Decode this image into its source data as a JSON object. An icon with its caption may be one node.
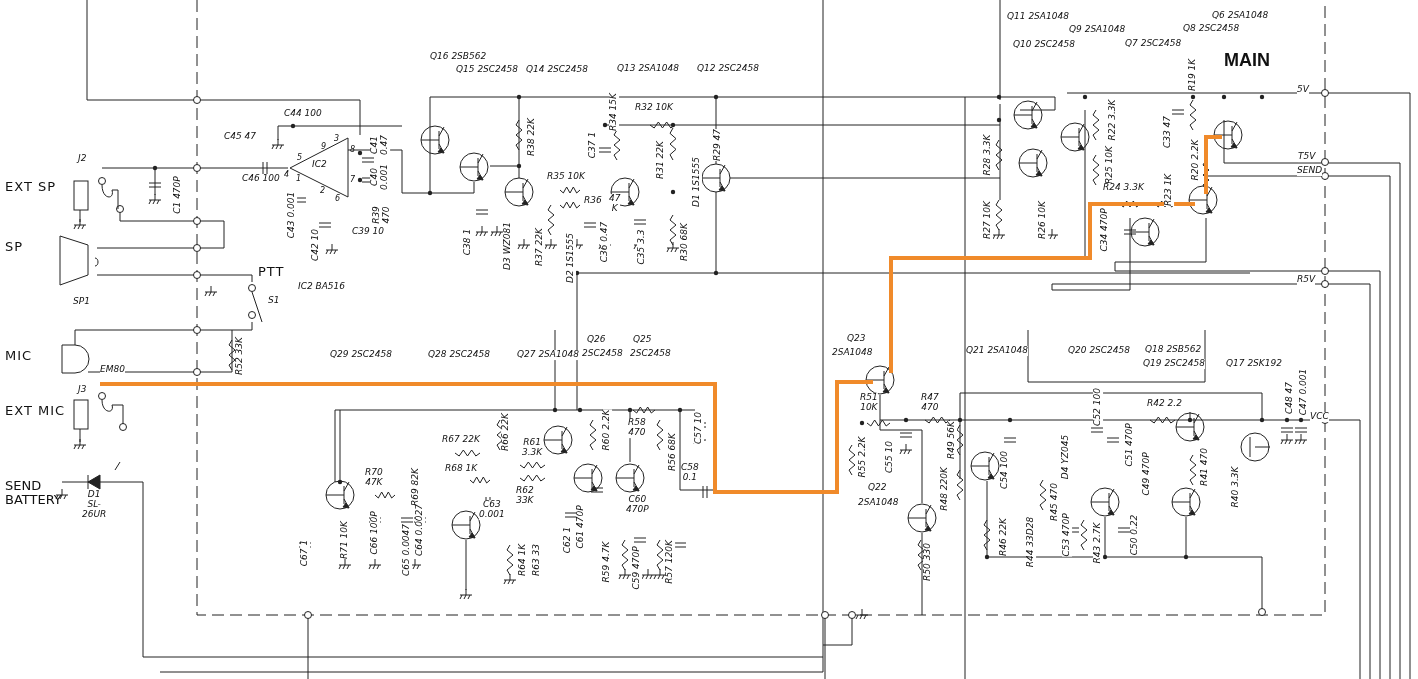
{
  "diagram": {
    "labels": [
      "Q16 2SB562",
      "Q15 2SC2458",
      "Q14 2SC2458",
      "Q13 2SA1048",
      "Q12 2SC2458",
      "Q11 2SA1048",
      "Q6 2SA1048",
      "Q9 2SA1048",
      "Q8 2SC2458",
      "Q10 2SC2458",
      "Q7 2SC2458",
      "MAIN",
      "5V",
      "C44 100",
      "C45 47",
      "3",
      "9",
      "C41 0.47",
      "8",
      "5",
      "IC2",
      "C46 100",
      "4",
      "1",
      "7",
      "C40 0.001",
      "J2",
      "EXT SP",
      "2",
      "6",
      "C1 470P",
      "C43 0.001",
      "R39 470",
      "C39 10",
      "C42 10",
      "SP",
      "PTT",
      "IC2 BA516",
      "SP1",
      "S1",
      "R38 22K",
      "C37 1",
      "R34 15K",
      "R32 10K",
      "R31 22K",
      "R29 47",
      "R35 10K",
      "R36",
      "47 K",
      "D1 1S1555",
      "C38 1",
      "D3 WZ081",
      "R37 22K",
      "D2 1S1555",
      "C36 0.47",
      "C35 3.3",
      "R30 68K",
      "R19 1K",
      "R22 3.3K",
      "C33 47",
      "R28 3.3K",
      "T5V",
      "R25 10K",
      "R20 2.2K",
      "SEND",
      "R24 3.3K",
      "R23 1K",
      "R27 10K",
      "R26 10K",
      "C34 470P",
      "R5V",
      "Q26",
      "Q25",
      "Q23",
      "MIC",
      "R52 33K",
      "Q29 2SC2458",
      "Q28 2SC2458",
      "Q27 2SA1048",
      "2SC2458",
      "2SC2458",
      "2SA1048",
      "Q21 2SA1048",
      "Q20 2SC2458",
      "Q18 2SB562",
      "Q19 2SC2458",
      "Q17 2SK192",
      "EM80",
      "J3",
      "R51 10K",
      "R47 470",
      "R42 2.2",
      "C52 100",
      "C48 47",
      "C47 0.001",
      "VCC",
      "EXT MIC",
      "R67 22K",
      "R66 22K",
      "R60 2.2K",
      "R58 470",
      "C57 10",
      "R49 56K",
      "C51 470P",
      "R61 3.3K",
      "R56 68K",
      "R55 2.2K",
      "C55 10",
      "C54 100",
      "D4 YZ045",
      "R41 470",
      "SEND BATTERY",
      "D1 SL-26UR",
      "R70 47K",
      "R69 82K",
      "R68 1K",
      "C63 0.001",
      "R62 33K",
      "C60 470P",
      "C58 0.1",
      "Q22",
      "2SA1048",
      "R48 220K",
      "R45 470",
      "C49 470P",
      "R40 3.3K",
      "C67 1",
      "R71 10K",
      "C66 100P",
      "C65 0.0047",
      "C64 0.0027",
      "R64 1K",
      "R63 33",
      "C62 1",
      "C61 470P",
      "R59 4.7K",
      "C59 470P",
      "R57 120K",
      "R50 330",
      "R46 22K",
      "R44 33D28",
      "C53 470P",
      "R43 2.7K",
      "C50 0.22"
    ]
  }
}
